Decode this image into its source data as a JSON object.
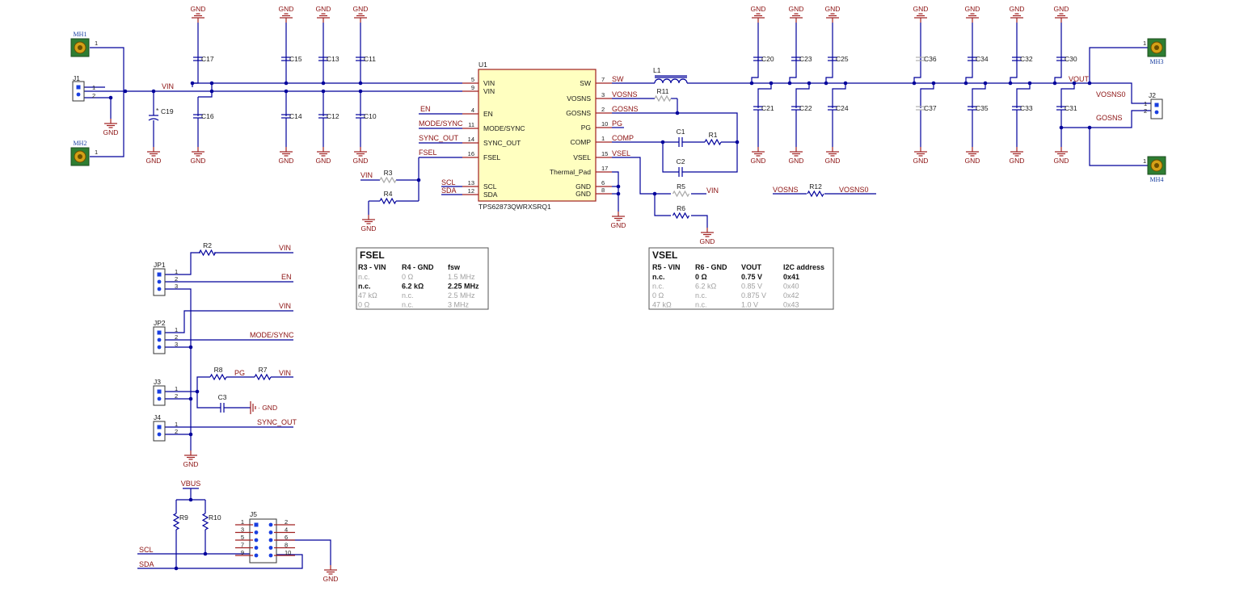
{
  "ic": {
    "ref": "U1",
    "part": "TPS62873QWRXSRQ1",
    "pins_left": [
      {
        "num": "5",
        "name": "VIN"
      },
      {
        "num": "9",
        "name": "VIN"
      },
      {
        "num": "4",
        "name": "EN"
      },
      {
        "num": "11",
        "name": "MODE/SYNC"
      },
      {
        "num": "14",
        "name": "SYNC_OUT"
      },
      {
        "num": "16",
        "name": "FSEL"
      },
      {
        "num": "13",
        "name": "SCL"
      },
      {
        "num": "12",
        "name": "SDA"
      }
    ],
    "pins_right": [
      {
        "num": "7",
        "name": "SW"
      },
      {
        "num": "3",
        "name": "VOSNS"
      },
      {
        "num": "2",
        "name": "GOSNS"
      },
      {
        "num": "10",
        "name": "PG"
      },
      {
        "num": "1",
        "name": "COMP"
      },
      {
        "num": "15",
        "name": "VSEL"
      },
      {
        "num": "17",
        "name": "Thermal_Pad"
      },
      {
        "num": "6",
        "name": "GND"
      },
      {
        "num": "8",
        "name": "GND"
      }
    ]
  },
  "nets": {
    "vin": "VIN",
    "sw": "SW",
    "vosns": "VOSNS",
    "gosns": "GOSNS",
    "pg": "PG",
    "comp": "COMP",
    "vsel": "VSEL",
    "en": "EN",
    "mode_sync": "MODE/SYNC",
    "sync_out": "SYNC_OUT",
    "fsel": "FSEL",
    "scl": "SCL",
    "sda": "SDA",
    "vout": "VOUT",
    "vosns0": "VOSNS0",
    "gnd": "GND",
    "vbus": "VBUS"
  },
  "components": {
    "mh1": "MH1",
    "mh2": "MH2",
    "mh3": "MH3",
    "mh4": "MH4",
    "j1": "J1",
    "j2": "J2",
    "j3": "J3",
    "j4": "J4",
    "j5": "J5",
    "jp1": "JP1",
    "jp2": "JP2",
    "l1": "L1",
    "r1": "R1",
    "r2": "R2",
    "r3": "R3",
    "r4": "R4",
    "r5": "R5",
    "r6": "R6",
    "r7": "R7",
    "r8": "R8",
    "r9": "R9",
    "r10": "R10",
    "r11": "R11",
    "r12": "R12",
    "c1": "C1",
    "c2": "C2",
    "c3": "C3",
    "c10": "C10",
    "c11": "C11",
    "c12": "C12",
    "c13": "C13",
    "c14": "C14",
    "c15": "C15",
    "c16": "C16",
    "c17": "C17",
    "c19": "C19",
    "c20": "C20",
    "c21": "C21",
    "c22": "C22",
    "c23": "C23",
    "c24": "C24",
    "c25": "C25",
    "c30": "C30",
    "c31": "C31",
    "c32": "C32",
    "c33": "C33",
    "c34": "C34",
    "c35": "C35",
    "c36": "C36",
    "c37": "C37",
    "c19_mark": "*"
  },
  "fsel_table": {
    "title": "FSEL",
    "headers": [
      "R3 - VIN",
      "R4 - GND",
      "fsw"
    ],
    "rows": [
      {
        "cells": [
          "n.c.",
          "0 Ω",
          "1.5 MHz"
        ],
        "selected": false
      },
      {
        "cells": [
          "n.c.",
          "6.2 kΩ",
          "2.25 MHz"
        ],
        "selected": true
      },
      {
        "cells": [
          "47 kΩ",
          "n.c.",
          "2.5 MHz"
        ],
        "selected": false
      },
      {
        "cells": [
          "0 Ω",
          "n.c.",
          "3 MHz"
        ],
        "selected": false
      }
    ]
  },
  "vsel_table": {
    "title": "VSEL",
    "headers": [
      "R5 - VIN",
      "R6 - GND",
      "VOUT",
      "I2C address"
    ],
    "rows": [
      {
        "cells": [
          "n.c.",
          "0 Ω",
          "0.75 V",
          "0x41"
        ],
        "selected": true
      },
      {
        "cells": [
          "n.c.",
          "6.2 kΩ",
          "0.85 V",
          "0x40"
        ],
        "selected": false
      },
      {
        "cells": [
          "0 Ω",
          "n.c.",
          "0.875 V",
          "0x42"
        ],
        "selected": false
      },
      {
        "cells": [
          "47 kΩ",
          "n.c.",
          "1.0 V",
          "0x43"
        ],
        "selected": false
      }
    ]
  }
}
